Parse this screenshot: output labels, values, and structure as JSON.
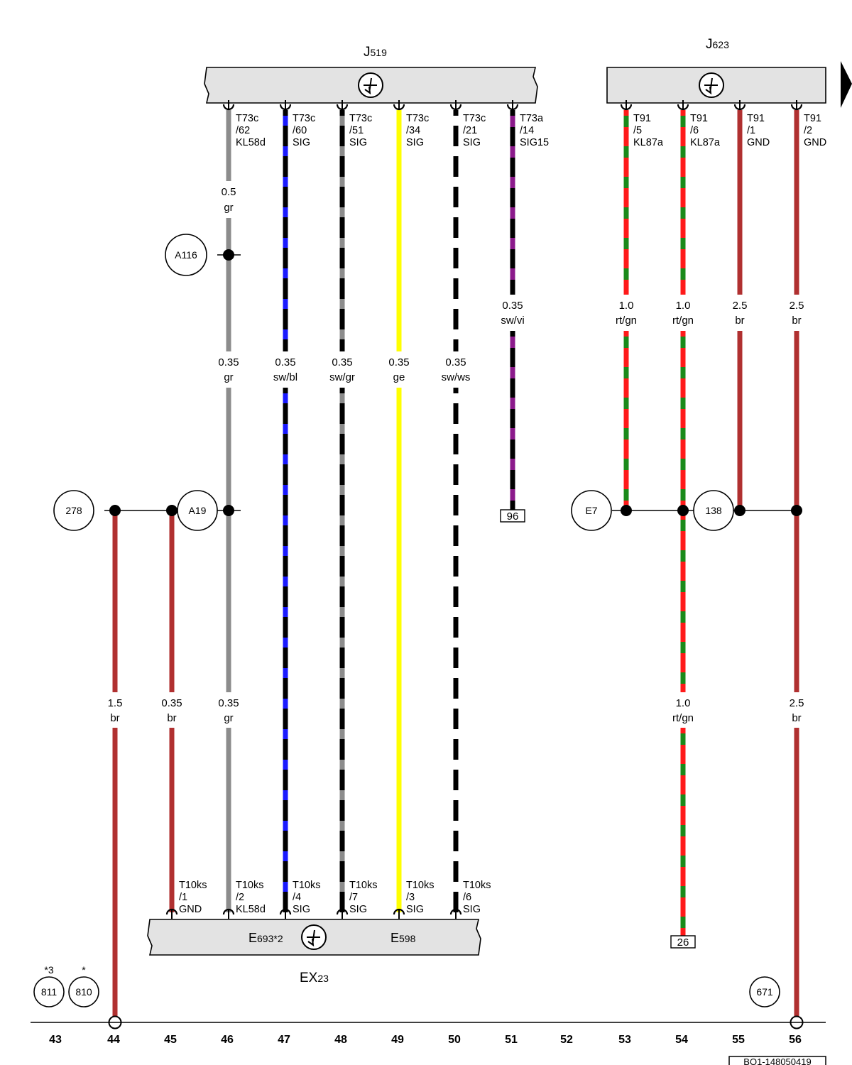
{
  "components": {
    "j519": {
      "name": "J",
      "sub": "519"
    },
    "j623": {
      "name": "J",
      "sub": "623"
    },
    "ex23": {
      "name": "EX",
      "sub": "23"
    },
    "e693": {
      "name": "E",
      "sub": "693",
      "note": "*2"
    },
    "e598": {
      "name": "E",
      "sub": "598"
    }
  },
  "top_pins": [
    {
      "col": 46,
      "pin": [
        "T73c",
        "/62",
        "KL58d"
      ]
    },
    {
      "col": 47,
      "pin": [
        "T73c",
        "/60",
        "SIG"
      ]
    },
    {
      "col": 48,
      "pin": [
        "T73c",
        "/51",
        "SIG"
      ]
    },
    {
      "col": 49,
      "pin": [
        "T73c",
        "/34",
        "SIG"
      ]
    },
    {
      "col": 50,
      "pin": [
        "T73c",
        "/21",
        "SIG"
      ]
    },
    {
      "col": 51,
      "pin": [
        "T73a",
        "/14",
        "SIG15"
      ]
    },
    {
      "col": 53,
      "pin": [
        "T91",
        "/5",
        "KL87a"
      ]
    },
    {
      "col": 54,
      "pin": [
        "T91",
        "/6",
        "KL87a"
      ]
    },
    {
      "col": 55,
      "pin": [
        "T91",
        "/1",
        "GND"
      ]
    },
    {
      "col": 56,
      "pin": [
        "T91",
        "/2",
        "GND"
      ]
    }
  ],
  "bottom_pins": [
    {
      "col": 45,
      "pin": [
        "T10ks",
        "/1",
        "GND"
      ]
    },
    {
      "col": 46,
      "pin": [
        "T10ks",
        "/2",
        "KL58d"
      ]
    },
    {
      "col": 47,
      "pin": [
        "T10ks",
        "/4",
        "SIG"
      ]
    },
    {
      "col": 48,
      "pin": [
        "T10ks",
        "/7",
        "SIG"
      ]
    },
    {
      "col": 49,
      "pin": [
        "T10ks",
        "/3",
        "SIG"
      ]
    },
    {
      "col": 50,
      "pin": [
        "T10ks",
        "/6",
        "SIG"
      ]
    }
  ],
  "wire_labels": [
    {
      "col": 46,
      "row": "a",
      "size": "0.5",
      "color": "gr"
    },
    {
      "col": 51,
      "row": "b",
      "size": "0.35",
      "color": "sw/vi"
    },
    {
      "col": 53,
      "row": "b",
      "size": "1.0",
      "color": "rt/gn"
    },
    {
      "col": 54,
      "row": "b",
      "size": "1.0",
      "color": "rt/gn"
    },
    {
      "col": 55,
      "row": "b",
      "size": "2.5",
      "color": "br"
    },
    {
      "col": 56,
      "row": "b",
      "size": "2.5",
      "color": "br"
    },
    {
      "col": 46,
      "row": "c",
      "size": "0.35",
      "color": "gr"
    },
    {
      "col": 47,
      "row": "c",
      "size": "0.35",
      "color": "sw/bl"
    },
    {
      "col": 48,
      "row": "c",
      "size": "0.35",
      "color": "sw/gr"
    },
    {
      "col": 49,
      "row": "c",
      "size": "0.35",
      "color": "ge"
    },
    {
      "col": 50,
      "row": "c",
      "size": "0.35",
      "color": "sw/ws"
    },
    {
      "col": 44,
      "row": "d",
      "size": "1.5",
      "color": "br"
    },
    {
      "col": 45,
      "row": "d",
      "size": "0.35",
      "color": "br"
    },
    {
      "col": 46,
      "row": "d",
      "size": "0.35",
      "color": "gr"
    },
    {
      "col": 54,
      "row": "d",
      "size": "1.0",
      "color": "rt/gn"
    },
    {
      "col": 56,
      "row": "d",
      "size": "2.5",
      "color": "br"
    }
  ],
  "bubbles": [
    {
      "id": "A116",
      "label": "A116"
    },
    {
      "id": "278",
      "label": "278"
    },
    {
      "id": "A19",
      "label": "A19"
    },
    {
      "id": "E7",
      "label": "E7"
    },
    {
      "id": "138",
      "label": "138"
    },
    {
      "id": "811",
      "label": "811",
      "note": "*3"
    },
    {
      "id": "810",
      "label": "810",
      "note": "*"
    },
    {
      "id": "671",
      "label": "671"
    }
  ],
  "refs": [
    {
      "col": 51,
      "label": "96"
    },
    {
      "col": 54,
      "label": "26"
    }
  ],
  "columns": [
    "43",
    "44",
    "45",
    "46",
    "47",
    "48",
    "49",
    "50",
    "51",
    "52",
    "53",
    "54",
    "55",
    "56"
  ],
  "doc_code": "BO1-148050419",
  "wire_colors": {
    "gr": "#8c8c8c",
    "br": "#b03030",
    "sw": "#000000",
    "bl": "#1a1aff",
    "ge": "#ffff00",
    "ws": "#ffffff",
    "vi": "#8b1a8b",
    "rt": "#ff1a1a",
    "gn": "#1a8a1a"
  }
}
